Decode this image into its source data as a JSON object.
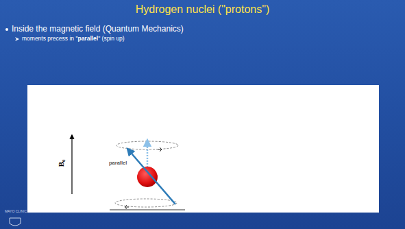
{
  "diagram": {
    "title": "Hydrogen nuclei (\"protons\")",
    "labels": [
      "Inside the magnetic field (Quantum Mechanics)",
      "moments precess in \"parallel\" (spin up)",
      "parallel",
      "B₀",
      "MAYO CLINIC"
    ]
  }
}
